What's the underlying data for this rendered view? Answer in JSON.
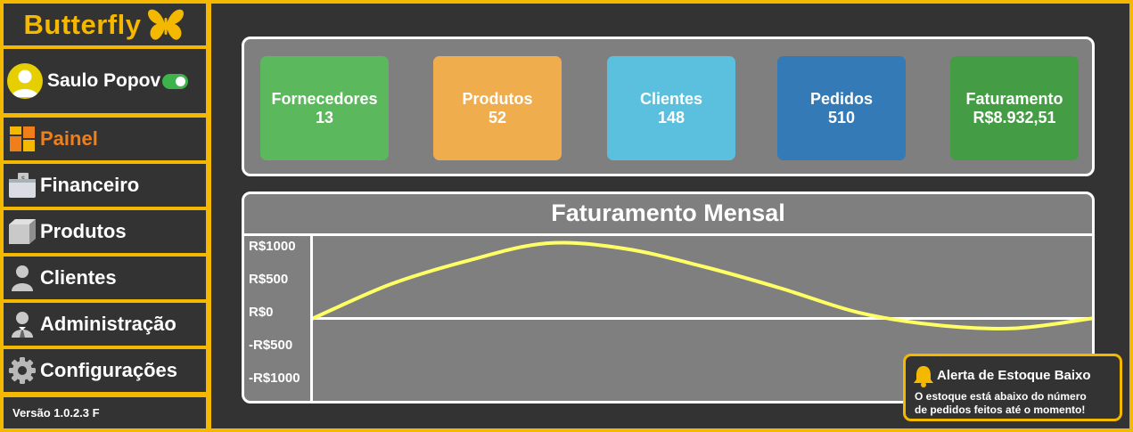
{
  "brand": {
    "name": "Butterfly",
    "icon": "butterfly-icon"
  },
  "user": {
    "name": "Saulo Popov",
    "avatar_icon": "user-avatar-icon",
    "toggle_on": true
  },
  "nav": [
    {
      "label": "Painel",
      "icon": "dashboard-icon",
      "active": true
    },
    {
      "label": "Financeiro",
      "icon": "wallet-icon",
      "active": false
    },
    {
      "label": "Produtos",
      "icon": "box-icon",
      "active": false
    },
    {
      "label": "Clientes",
      "icon": "person-icon",
      "active": false
    },
    {
      "label": "Administração",
      "icon": "admin-icon",
      "active": false
    },
    {
      "label": "Configurações",
      "icon": "gear-icon",
      "active": false
    }
  ],
  "version": "Versão 1.0.2.3 F",
  "stats": [
    {
      "label": "Fornecedores",
      "value": "13",
      "color": "#5cb85c"
    },
    {
      "label": "Produtos",
      "value": "52",
      "color": "#f0ad4e"
    },
    {
      "label": "Clientes",
      "value": "148",
      "color": "#5bc0de"
    },
    {
      "label": "Pedidos",
      "value": "510",
      "color": "#337ab7"
    },
    {
      "label": "Faturamento",
      "value": "R$8.932,51",
      "color": "#449d44"
    }
  ],
  "chart_data": {
    "type": "line",
    "title": "Faturamento Mensal",
    "y_tick_labels": [
      "R$1000",
      "R$500",
      "R$0",
      "-R$500",
      "-R$1000"
    ],
    "ylim": [
      -1250,
      1250
    ],
    "grid": false,
    "series": [
      {
        "x": [
          0,
          0.1,
          0.2,
          0.3,
          0.4,
          0.5,
          0.6,
          0.7,
          0.8,
          0.9,
          1.0
        ],
        "values": [
          0,
          520,
          880,
          1140,
          1060,
          790,
          460,
          90,
          -100,
          -150,
          0
        ],
        "color": "#ffff66"
      }
    ]
  },
  "alert": {
    "title": "Alerta de Estoque Baixo",
    "line1": "O estoque está abaixo do número",
    "line2": "de pedidos feitos até o momento!",
    "icon": "bell-icon"
  },
  "colors": {
    "accent": "#f5b800",
    "panel": "#333333",
    "active_nav": "#f07f1a",
    "chart_bg": "#7f7f7f",
    "line": "#ffff66"
  }
}
